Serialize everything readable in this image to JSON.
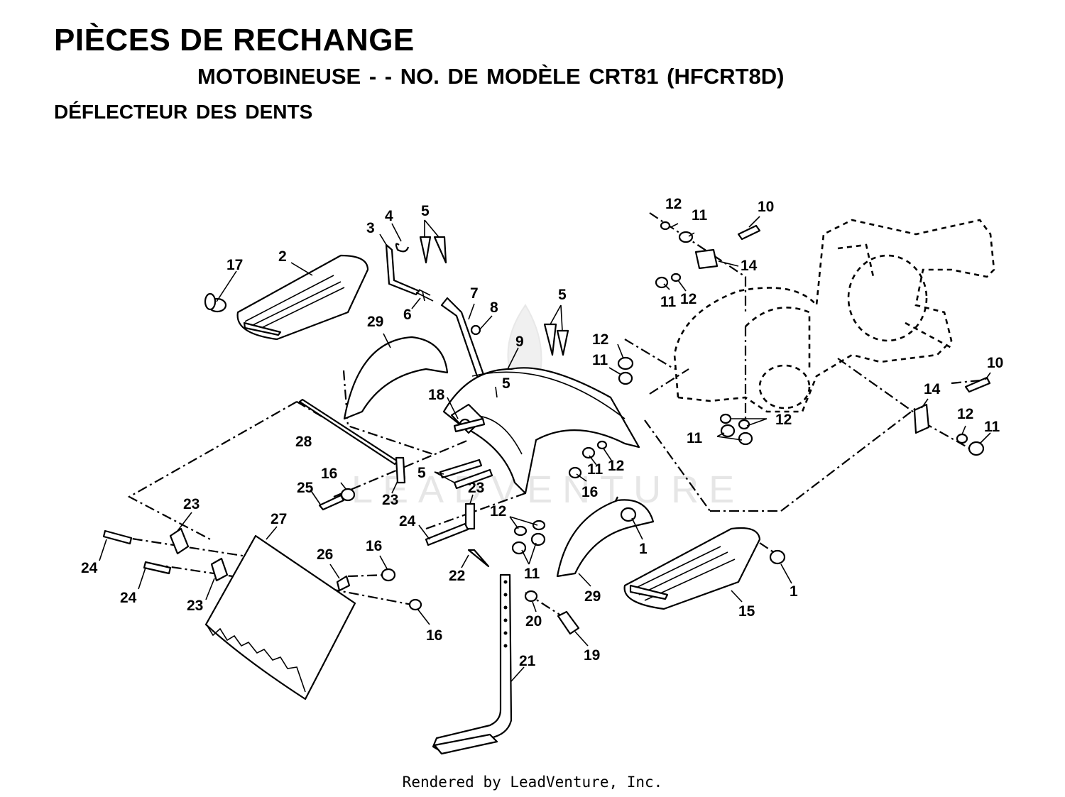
{
  "header": {
    "title": "PIÈCES DE RECHANGE",
    "subtitle": "MOTOBINEUSE - - NO.  DE MODÈLE CRT81 (HFCRT8D)",
    "section": "DÉFLECTEUR DES DENTS"
  },
  "watermark": "LEADVENTURE",
  "footer": "Rendered by LeadVenture, Inc.",
  "callouts": [
    {
      "id": "17",
      "text": "17"
    },
    {
      "id": "2",
      "text": "2"
    },
    {
      "id": "3",
      "text": "3"
    },
    {
      "id": "4",
      "text": "4"
    },
    {
      "id": "5a",
      "text": "5"
    },
    {
      "id": "6",
      "text": "6"
    },
    {
      "id": "7",
      "text": "7"
    },
    {
      "id": "8",
      "text": "8"
    },
    {
      "id": "29a",
      "text": "29"
    },
    {
      "id": "9",
      "text": "9"
    },
    {
      "id": "5b",
      "text": "5"
    },
    {
      "id": "12a",
      "text": "12"
    },
    {
      "id": "11a",
      "text": "11"
    },
    {
      "id": "10a",
      "text": "10"
    },
    {
      "id": "14a",
      "text": "14"
    },
    {
      "id": "11b",
      "text": "11"
    },
    {
      "id": "12b",
      "text": "12"
    },
    {
      "id": "12c",
      "text": "12"
    },
    {
      "id": "11c",
      "text": "11"
    },
    {
      "id": "5c",
      "text": "5"
    },
    {
      "id": "18",
      "text": "18"
    },
    {
      "id": "28",
      "text": "28"
    },
    {
      "id": "10b",
      "text": "10"
    },
    {
      "id": "14b",
      "text": "14"
    },
    {
      "id": "12d",
      "text": "12"
    },
    {
      "id": "11d",
      "text": "11"
    },
    {
      "id": "12e",
      "text": "12"
    },
    {
      "id": "11e",
      "text": "11"
    },
    {
      "id": "5d",
      "text": "5"
    },
    {
      "id": "16a",
      "text": "16"
    },
    {
      "id": "25",
      "text": "25"
    },
    {
      "id": "23a",
      "text": "23"
    },
    {
      "id": "23b",
      "text": "23"
    },
    {
      "id": "11f",
      "text": "11"
    },
    {
      "id": "12f",
      "text": "12"
    },
    {
      "id": "16b",
      "text": "16"
    },
    {
      "id": "23c",
      "text": "23"
    },
    {
      "id": "27",
      "text": "27"
    },
    {
      "id": "12g",
      "text": "12"
    },
    {
      "id": "24a",
      "text": "24"
    },
    {
      "id": "1a",
      "text": "1"
    },
    {
      "id": "24b",
      "text": "24"
    },
    {
      "id": "26",
      "text": "26"
    },
    {
      "id": "16c",
      "text": "16"
    },
    {
      "id": "11g",
      "text": "11"
    },
    {
      "id": "22",
      "text": "22"
    },
    {
      "id": "29b",
      "text": "29"
    },
    {
      "id": "1b",
      "text": "1"
    },
    {
      "id": "15",
      "text": "15"
    },
    {
      "id": "24c",
      "text": "24"
    },
    {
      "id": "23d",
      "text": "23"
    },
    {
      "id": "16d",
      "text": "16"
    },
    {
      "id": "20",
      "text": "20"
    },
    {
      "id": "19",
      "text": "19"
    },
    {
      "id": "21",
      "text": "21"
    }
  ]
}
